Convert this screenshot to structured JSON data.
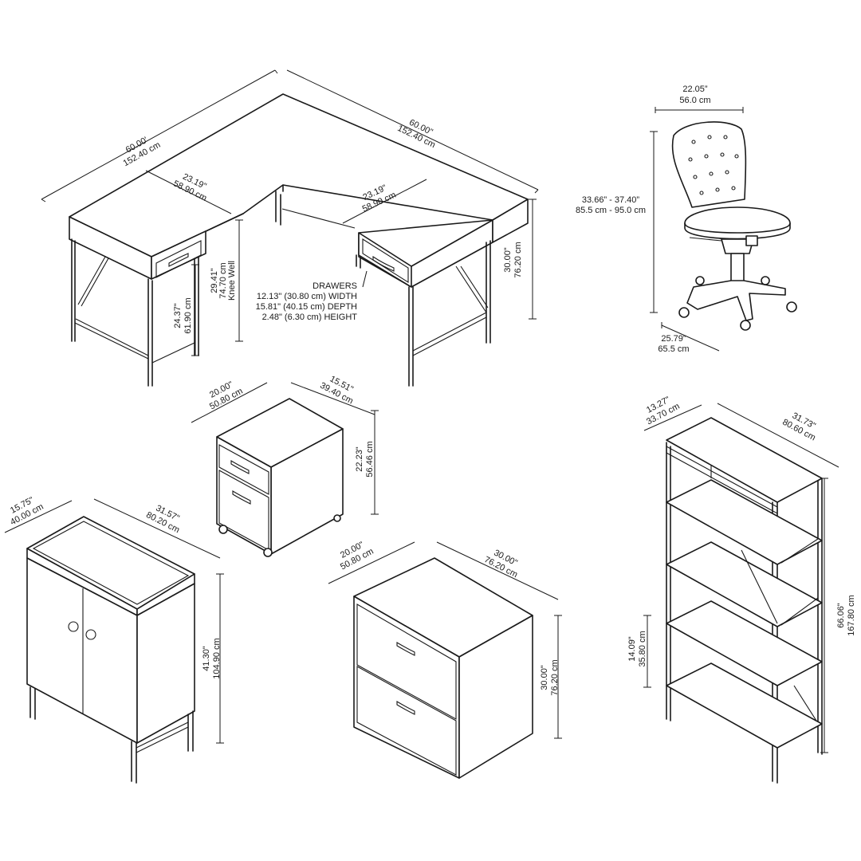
{
  "desk": {
    "left_length": "60.00'",
    "left_length_cm": "152.40 cm",
    "right_length": "60.00\"",
    "right_length_cm": "152.40 cm",
    "left_depth": "23.19\"",
    "left_depth_cm": "58.90 cm",
    "right_depth": "23.19\"",
    "right_depth_cm": "58.90 cm",
    "height": "30.00\"",
    "height_cm": "76.20 cm",
    "knee_well": "29.41\"",
    "knee_well_cm": "74.70 cm",
    "knee_well_label": "Knee Well",
    "leg_clearance": "24.37\"",
    "leg_clearance_cm": "61.90 cm",
    "drawers_title": "DRAWERS",
    "drawers_width": "12.13\" (30.80 cm) WIDTH",
    "drawers_depth": "15.81\" (40.15 cm) DEPTH",
    "drawers_height": "2.48\" (6.30 cm) HEIGHT"
  },
  "chair": {
    "width": "22.05”",
    "width_cm": "56.0 cm",
    "height": "33.66” - 37.40”",
    "height_cm": "85.5 cm - 95.0 cm",
    "depth": "25.79”",
    "depth_cm": "65.5 cm"
  },
  "mobile_file": {
    "depth": "20.00\"",
    "depth_cm": "50.80 cm",
    "width": "15.51\"",
    "width_cm": "39.40 cm",
    "height": "22.23\"",
    "height_cm": "56.46 cm"
  },
  "storage_cabinet": {
    "depth": "15.75\"",
    "depth_cm": "40.00 cm",
    "width": "31.57\"",
    "width_cm": "80.20 cm",
    "height": "41.30\"",
    "height_cm": "104.90 cm"
  },
  "lateral_file": {
    "depth": "20.00\"",
    "depth_cm": "50.80 cm",
    "width": "30.00\"",
    "width_cm": "76.20 cm",
    "height": "30.00\"",
    "height_cm": "76.20 cm"
  },
  "bookcase": {
    "depth": "13.27\"",
    "depth_cm": "33.70 cm",
    "width": "31.73\"",
    "width_cm": "80.60 cm",
    "height": "66.06\"",
    "height_cm": "167.80 cm",
    "shelf_spacing": "14.09\"",
    "shelf_spacing_cm": "35.80 cm"
  }
}
